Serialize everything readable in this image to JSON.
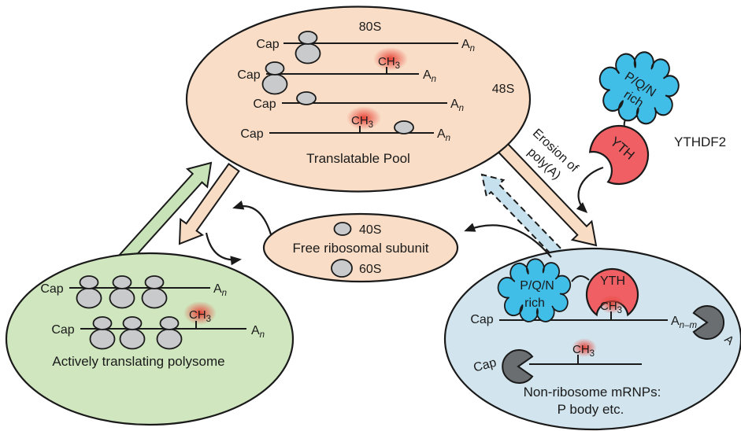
{
  "labels": {
    "cap": "Cap",
    "poly_a_base": "A",
    "poly_a_sub": "n",
    "poly_a_trimmed_sub": "n–m",
    "ch3_base": "CH",
    "ch3_sub": "3",
    "adenosine": "A"
  },
  "translatable_pool": {
    "label": "Translatable Pool",
    "ribosome_80s": "80S",
    "ribosome_48s": "48S"
  },
  "free_subunit_pool": {
    "label": "Free ribosomal subunit",
    "small_subunit": "40S",
    "large_subunit": "60S"
  },
  "polysome_pool": {
    "label": "Actively translating polysome"
  },
  "mrnp_pool": {
    "label_line1": "Non-ribosome mRNPs:",
    "label_line2": "P body etc."
  },
  "ythdf2": {
    "name": "YTHDF2",
    "cloud_line1": "P/Q/N",
    "cloud_line2": "rich",
    "yth_domain": "YTH"
  },
  "erosion": {
    "line1": "Erosion of",
    "line2": "poly(A)"
  },
  "colors": {
    "pool_peach": "#F9DDC6",
    "pool_green": "#CFE6BE",
    "pool_blue": "#D2E5EE",
    "arrow_green": "#C7E3B7",
    "arrow_peach": "#F8DCC4",
    "arrow_blue_dashed": "#C6E1ED",
    "cloud_blue": "#41BEE8",
    "domain_red": "#EF5F63",
    "methyl_glow": "#E23A2C",
    "ribosome_gray": "#C9CACC",
    "nuclease_gray": "#6B6E71",
    "outline_black": "#1A1A1A"
  }
}
